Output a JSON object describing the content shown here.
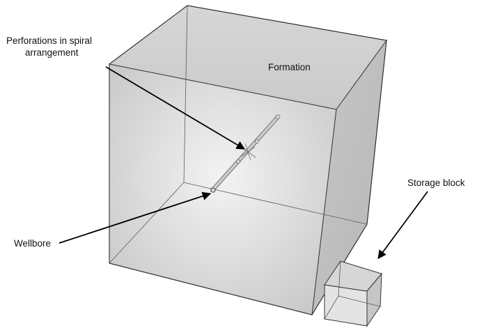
{
  "labels": {
    "perforations_line1": "Perforations in spiral",
    "perforations_line2": "arrangement",
    "formation": "Formation",
    "storage_block": "Storage block",
    "wellbore": "Wellbore"
  },
  "colors": {
    "edge": "#3a3a3a",
    "face_light": "#e9e9e9",
    "face_mid": "#cfcfcf",
    "face_dark": "#b8b8b8",
    "arrow": "#000000"
  }
}
